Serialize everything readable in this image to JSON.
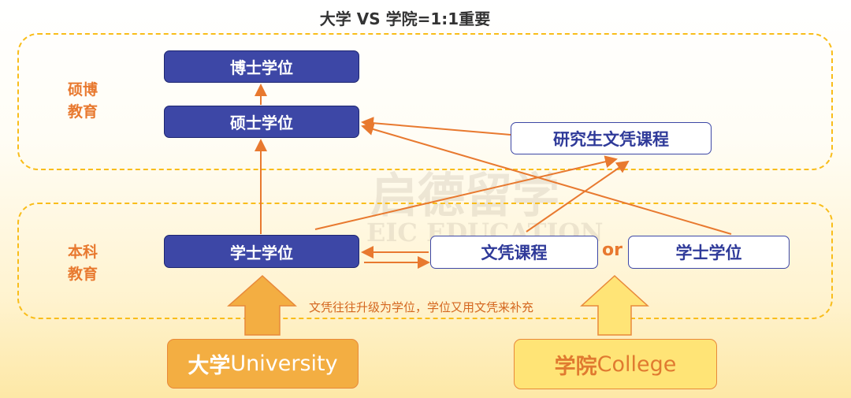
{
  "title": "大学 VS 学院=1:1重要",
  "watermark": {
    "cn": "启德留学",
    "en": "EIC EDUCATION"
  },
  "sections": {
    "graduate": "硕博\n教育",
    "undergrad": "本科\n教育"
  },
  "nodes": {
    "phd": "博士学位",
    "master": "硕士学位",
    "grad_diploma": "研究生文凭课程",
    "bachelor_uni": "学士学位",
    "diploma": "文凭课程",
    "or": "or",
    "bachelor_college": "学士学位"
  },
  "caption": "文凭往往升级为学位，学位又用文凭来补充",
  "sources": {
    "university_cn": "大学",
    "university_en": "University",
    "college_cn": "学院",
    "college_en": "College"
  },
  "colors": {
    "navy": "#3d47a6",
    "orange": "#e8792f",
    "dash": "#f9bd1a",
    "uni": "#f3ae42",
    "college": "#ffe476"
  }
}
